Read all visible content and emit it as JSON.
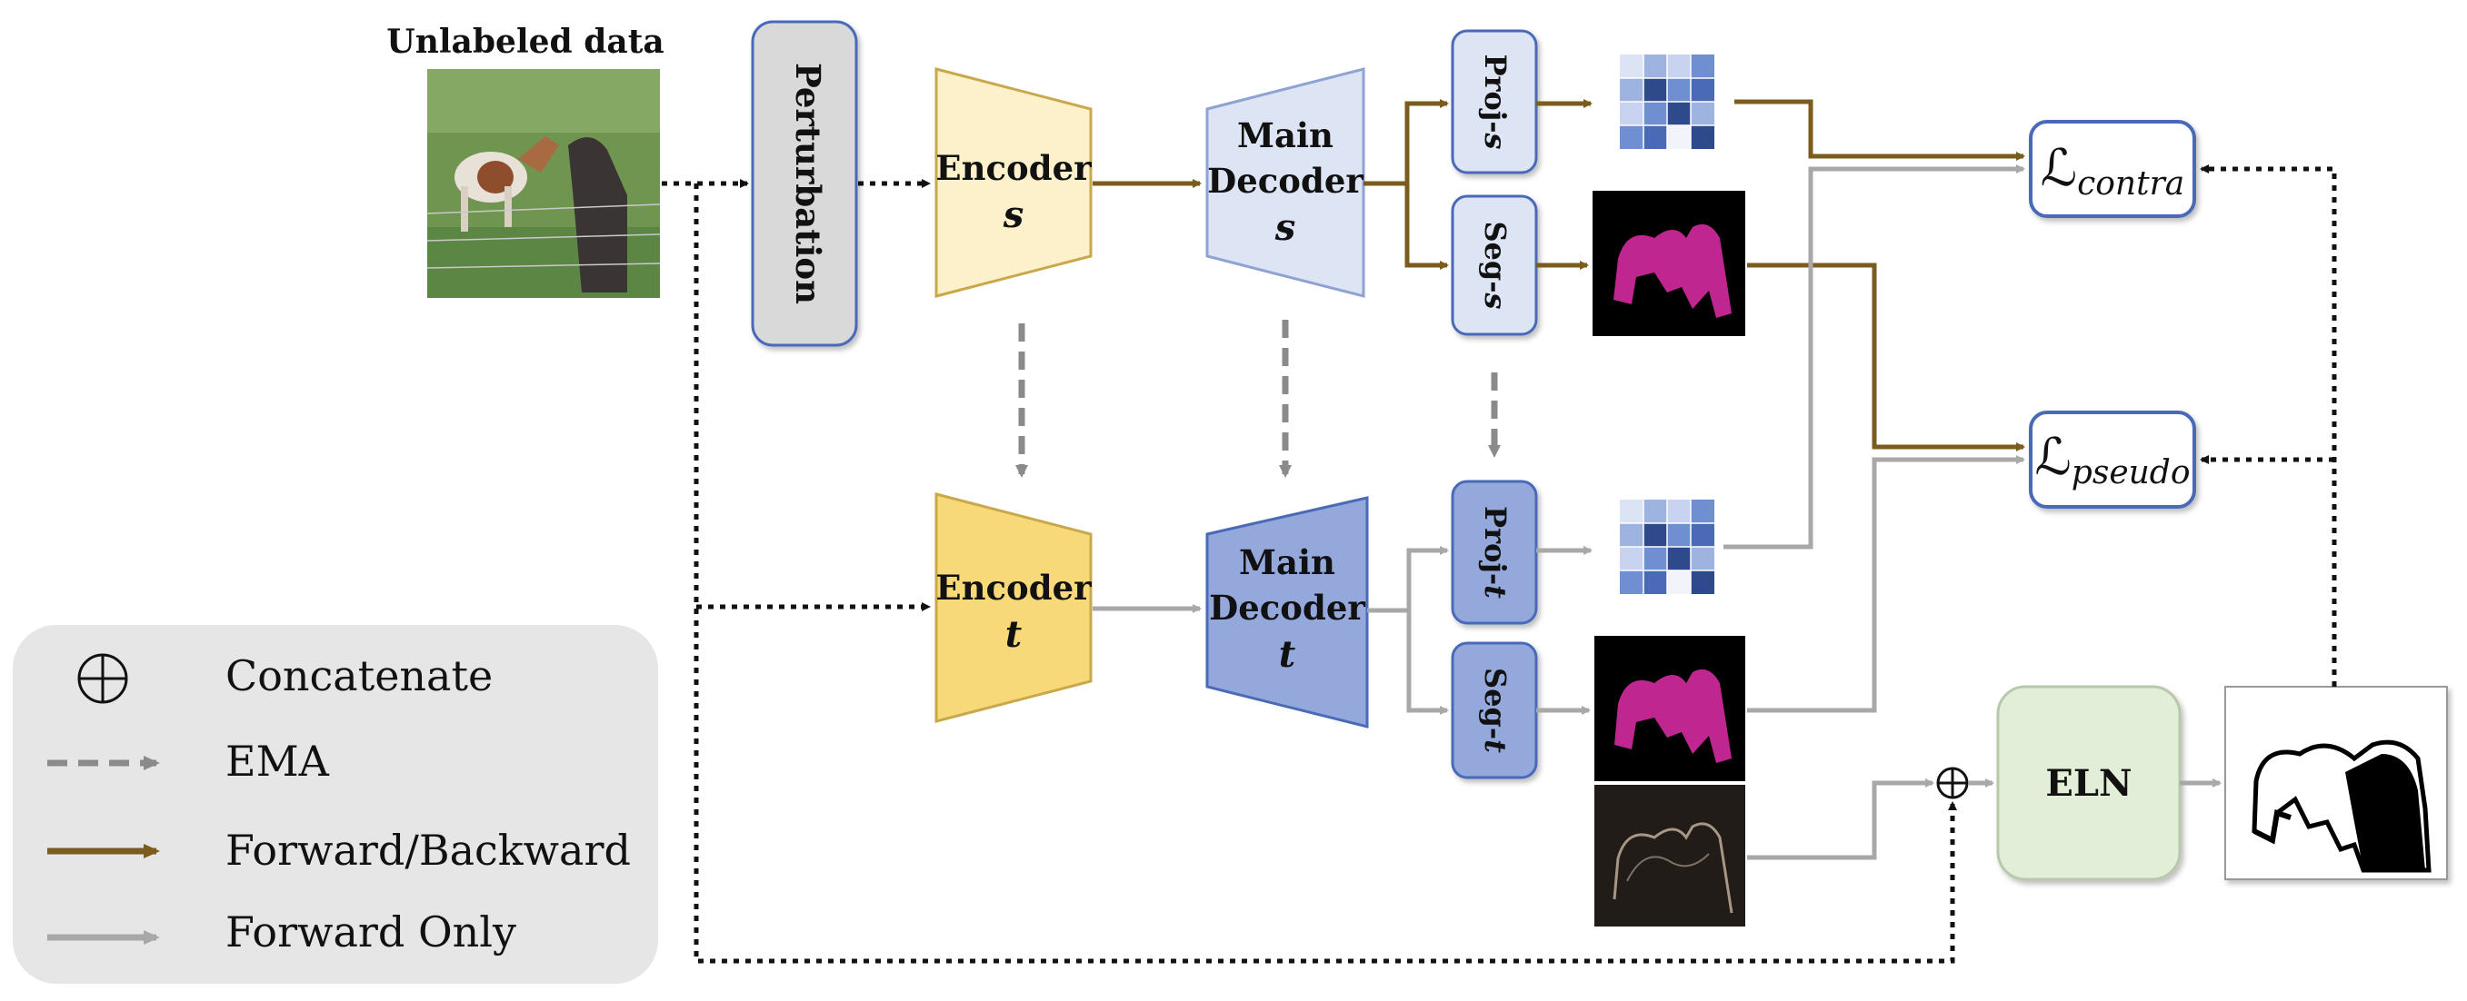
{
  "input": {
    "title": "Unlabeled data"
  },
  "perturbation": {
    "label": "Perturbation"
  },
  "encoder_s": {
    "line1": "Encoder",
    "line2": "s"
  },
  "decoder_s": {
    "line1": "Main",
    "line2": "Decoder",
    "line3": "s"
  },
  "encoder_t": {
    "line1": "Encoder",
    "line2": "t"
  },
  "decoder_t": {
    "line1": "Main",
    "line2": "Decoder",
    "line3": "t"
  },
  "proj_s": {
    "prefix": "Proj-",
    "suffix": "s"
  },
  "seg_s": {
    "prefix": "Seg-",
    "suffix": "s"
  },
  "proj_t": {
    "prefix": "Proj-",
    "suffix": "t"
  },
  "seg_t": {
    "prefix": "Seg-",
    "suffix": "t"
  },
  "loss_contra": {
    "symbol": "ℒ",
    "sub": "contra"
  },
  "loss_pseudo": {
    "symbol": "ℒ",
    "sub": "pseudo"
  },
  "eln": {
    "label": "ELN"
  },
  "legend": {
    "concatenate": "Concatenate",
    "ema": "EMA",
    "forward_backward": "Forward/Backward",
    "forward_only": "Forward Only"
  },
  "colors": {
    "forward_backward": "#7a5c1e",
    "forward_only": "#a8a8a8",
    "ema": "#8a8a8a",
    "dotted": "#111111",
    "encoder_s_fill": "#fdf1cc",
    "encoder_t_fill": "#f8d97a",
    "decoder_s_fill": "#dde4f4",
    "decoder_t_fill": "#94a8dc",
    "head_s_fill": "#dde4f4",
    "head_t_fill": "#94a8dc",
    "box_stroke": "#4a6ab8",
    "loss_stroke": "#4a6ab8",
    "eln_fill": "#e3eed9",
    "perturbation_fill": "#d9d9d9",
    "legend_bg": "#e6e6e6",
    "mask_magenta": "#c0268f"
  },
  "icons": [
    "concatenate-icon",
    "input-image",
    "feature-grid-icon",
    "segmentation-map",
    "uncertainty-map",
    "binary-mask"
  ]
}
